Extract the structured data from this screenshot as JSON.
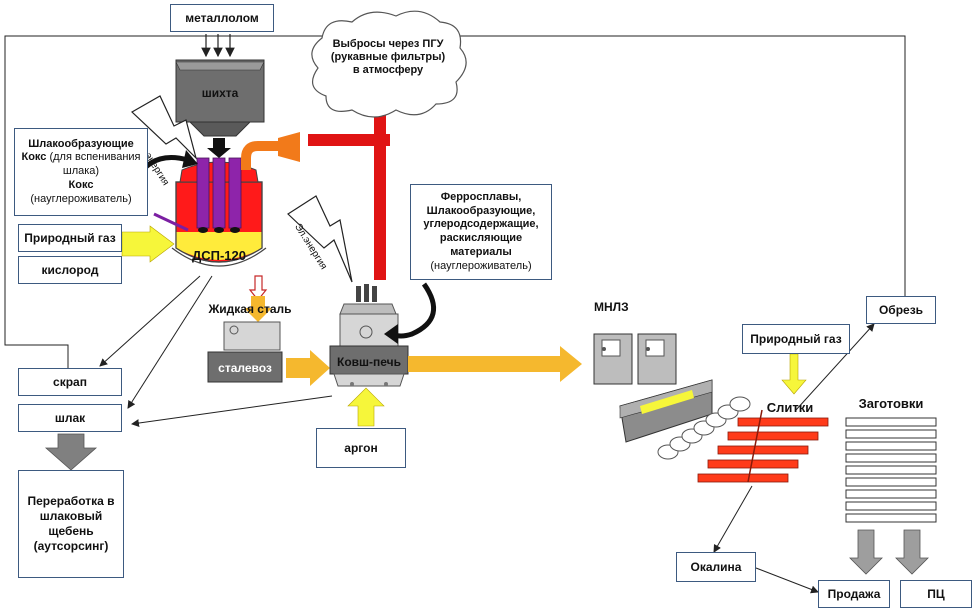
{
  "labels": {
    "metallolom": "металлолом",
    "shikhta": "шихта",
    "el1": "Эл.энергия",
    "el2": "Эл.энергия",
    "emissions": "Выбросы через ПГУ (рукавные фильтры) в атмосферу",
    "slag_formers": "Шлакообразующие",
    "coke": "Кокс",
    "coke_note": "(для вспенивания шлака)",
    "coke2": "Кокс",
    "coke2_note": "(науглероживатель)",
    "natural_gas": "Природный газ",
    "oxygen": "кислород",
    "dsp": "ДСП-120",
    "liquid_steel": "Жидкая сталь",
    "stalevoz": "сталевоз",
    "ladle": "Ковш-печь",
    "argon": "аргон",
    "ferro_l1": "Ферросплавы,",
    "ferro_l2": "Шлакообразующие,",
    "ferro_l3": "углеродсодержащие,",
    "ferro_l4": "раскисляющие",
    "ferro_l5": "материалы",
    "ferro_note": "(науглероживатель)",
    "scrap": "скрап",
    "slag": "шлак",
    "processing": "Переработка в шлаковый щебень (аутсорсинг)",
    "mnlz": "МНЛЗ",
    "natural_gas2": "Природный газ",
    "ingots": "Слитки",
    "billets": "Заготовки",
    "trim": "Обрезь",
    "scale": "Окалина",
    "sale": "Продажа",
    "pc": "ПЦ"
  },
  "colors": {
    "furnace_red": "#ff1a1a",
    "electrode_purple": "#8e24aa",
    "slag_yellow": "#ffeb3b",
    "arrow_yellow": "#f6f63a",
    "arrow_orange": "#f5b82e",
    "emission_red": "#e01414",
    "pipe_orange": "#f27a1a",
    "gray_dark": "#6e6e6e",
    "gray_light": "#d6d6d6",
    "box_border": "#3d5a80"
  }
}
